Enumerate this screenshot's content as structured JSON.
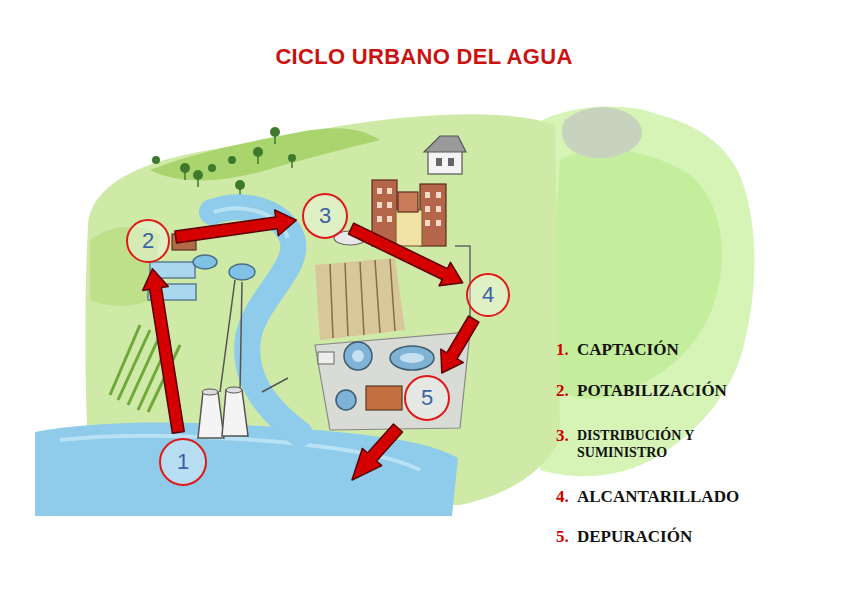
{
  "diagram": {
    "title": "CICLO URBANO DEL AGUA",
    "nodes": [
      {
        "text": [
          "1"
        ]
      },
      {
        "text": [
          "2"
        ]
      },
      {
        "text": [
          "3"
        ]
      },
      {
        "text": [
          "4"
        ]
      },
      {
        "text": [
          "5"
        ]
      }
    ],
    "edges": [
      {
        "from": 0,
        "to": 1,
        "arrow": "to"
      },
      {
        "from": 1,
        "to": 2,
        "arrow": "to"
      },
      {
        "from": 2,
        "to": 3,
        "arrow": "to"
      },
      {
        "from": 3,
        "to": 4,
        "arrow": "to"
      }
    ],
    "labels": [
      "1.",
      "CAPTACIÓN",
      "2.",
      "POTABILIZACIÓN",
      "3.",
      "DISTRIBUCIÓN Y SUMINISTRO",
      "4.",
      "ALCANTARILLADO",
      "5.",
      "DEPURACIÓN"
    ]
  }
}
